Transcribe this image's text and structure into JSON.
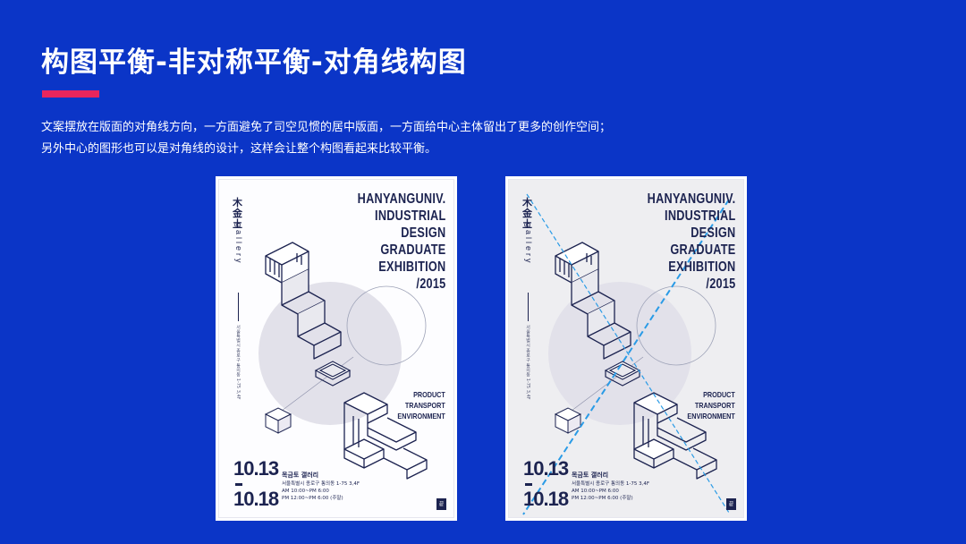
{
  "page": {
    "title": "构图平衡-非对称平衡-对角线构图",
    "description_lines": [
      "文案摆放在版面的对角线方向，一方面避免了司空见惯的居中版面，一方面给中心主体留出了更多的创作空间；",
      "另外中心的图形也可以是对角线的设计，这样会让整个构图看起来比较平衡。"
    ],
    "colors": {
      "background": "#0b35c7",
      "accent": "#e8265d",
      "guide_line": "#2a9be6",
      "poster_ink": "#1c2350"
    }
  },
  "poster": {
    "brand": "木金土",
    "gallery": "gallery",
    "vertical_text": "서울특별시 종로구 통의동 1-75 3,4F",
    "title_lines": [
      "HANYANGUNIV.",
      "INDUSTRIAL",
      "DESIGN",
      "GRADUATE",
      "EXHIBITION",
      "/2015"
    ],
    "sub_lines": [
      "PRODUCT",
      "TRANSPORT",
      "ENVIRONMENT"
    ],
    "date_start": "10.13",
    "date_end": "10.18",
    "venue": "목금토 갤러리",
    "info_lines": [
      "서울특별시 종로구 통의동 1-75 3,4F",
      "AM 10:00~PM 6:00",
      "PM 12:00~PM 6:00 (주말)"
    ],
    "logo": "끝"
  },
  "posters": [
    {
      "variant": "plain",
      "guides": false
    },
    {
      "variant": "annotated",
      "guides": true
    }
  ]
}
